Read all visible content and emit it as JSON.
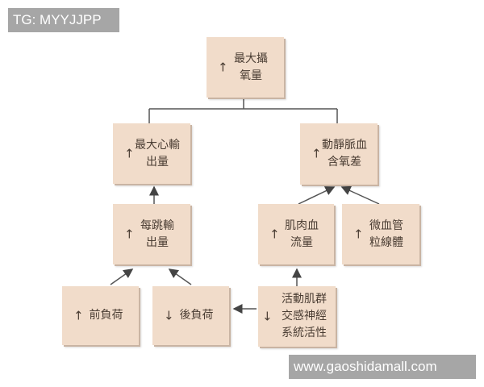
{
  "watermarks": {
    "top_left": "TG: MYYJJPP",
    "bottom_right": "www.gaoshidamall.com"
  },
  "nodes": {
    "vo2max": {
      "arrow": "↑",
      "label": "最大攝\n氧量"
    },
    "max_cardiac_output": {
      "arrow": "↑",
      "label": "最大心輸\n出量"
    },
    "av_o2_diff": {
      "arrow": "↑",
      "label": "動靜脈血\n含氧差"
    },
    "stroke_volume": {
      "arrow": "↑",
      "label": "每跳輸\n出量"
    },
    "muscle_blood_flow": {
      "arrow": "↑",
      "label": "肌肉血\n流量"
    },
    "capillary_mitochondria": {
      "arrow": "↑",
      "label": "微血管\n粒線體"
    },
    "preload": {
      "arrow": "↑",
      "label": "前負荷"
    },
    "afterload": {
      "arrow": "↓",
      "label": "後負荷"
    },
    "sympathetic_activity": {
      "arrow": "↓",
      "label": "活動肌群\n交感神經\n系統活性"
    }
  },
  "colors": {
    "box": "#f1dcca",
    "line": "#555555"
  }
}
